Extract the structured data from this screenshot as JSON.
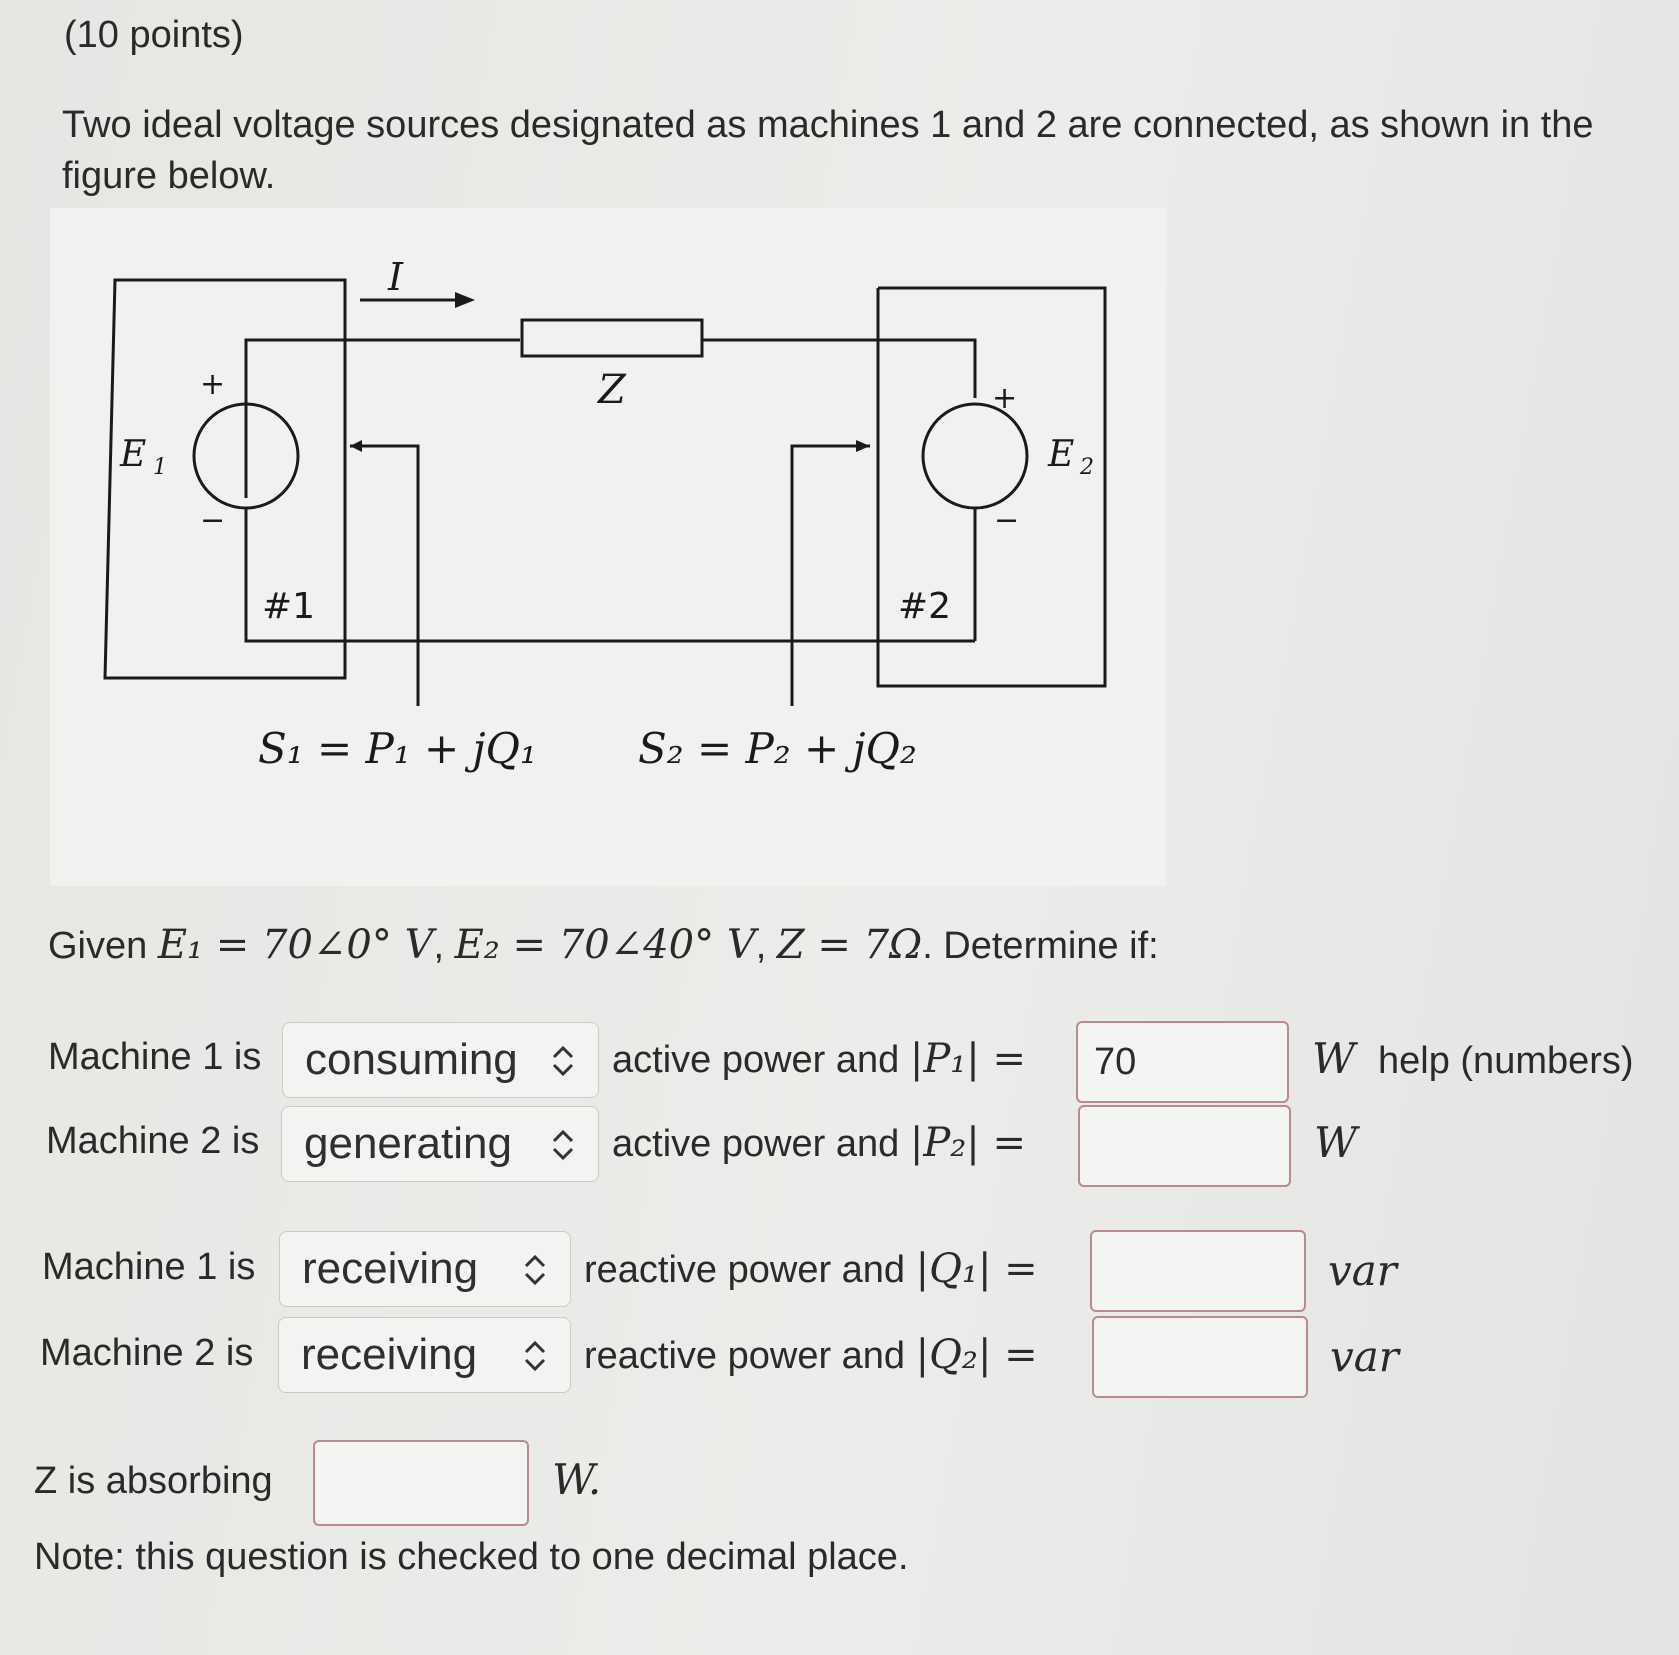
{
  "question": {
    "points": "(10 points)",
    "intro": "Two ideal voltage sources designated as machines 1 and 2 are connected, as shown in the figure below."
  },
  "figure": {
    "current_label": "I",
    "impedance_label": "Z",
    "e1_label": "E",
    "e1_sub": "1",
    "e2_label": "E",
    "e2_sub": "2",
    "plus": "+",
    "minus": "−",
    "machine1_label": "#1",
    "machine2_label": "#2",
    "s1_eq": "S₁ = P₁ + jQ₁",
    "s2_eq": "S₂ = P₂ + jQ₂"
  },
  "given": {
    "prefix": "Given ",
    "e1_eq": "E₁ = 70∠0° V",
    "e2_eq": "E₂ = 70∠40° V",
    "z_eq": "Z = 7Ω",
    "suffix": ". Determine if:"
  },
  "rows": [
    {
      "label": "Machine 1 is",
      "select_value": "consuming",
      "middle": "active power and ",
      "quantity": "|P₁| =",
      "input_value": "70",
      "unit": "W"
    },
    {
      "label": "Machine 2 is",
      "select_value": "generating",
      "middle": "active power and ",
      "quantity": "|P₂| =",
      "input_value": "",
      "unit": "W"
    },
    {
      "label": "Machine 1 is",
      "select_value": "receiving",
      "middle": "reactive power and ",
      "quantity": "|Q₁| =",
      "input_value": "",
      "unit": "var"
    },
    {
      "label": "Machine 2 is",
      "select_value": "receiving",
      "middle": "reactive power and ",
      "quantity": "|Q₂| =",
      "input_value": "",
      "unit": "var"
    }
  ],
  "help_link": "help (numbers)",
  "z_row": {
    "label": "Z is absorbing",
    "input_value": "",
    "unit": "W."
  },
  "note": "Note: this question is checked to one decimal place.",
  "colors": {
    "input_border": "#b98a8e",
    "select_border": "#c9c9c6"
  },
  "icons": {
    "select_chevron": "chevron-up-down-icon"
  }
}
